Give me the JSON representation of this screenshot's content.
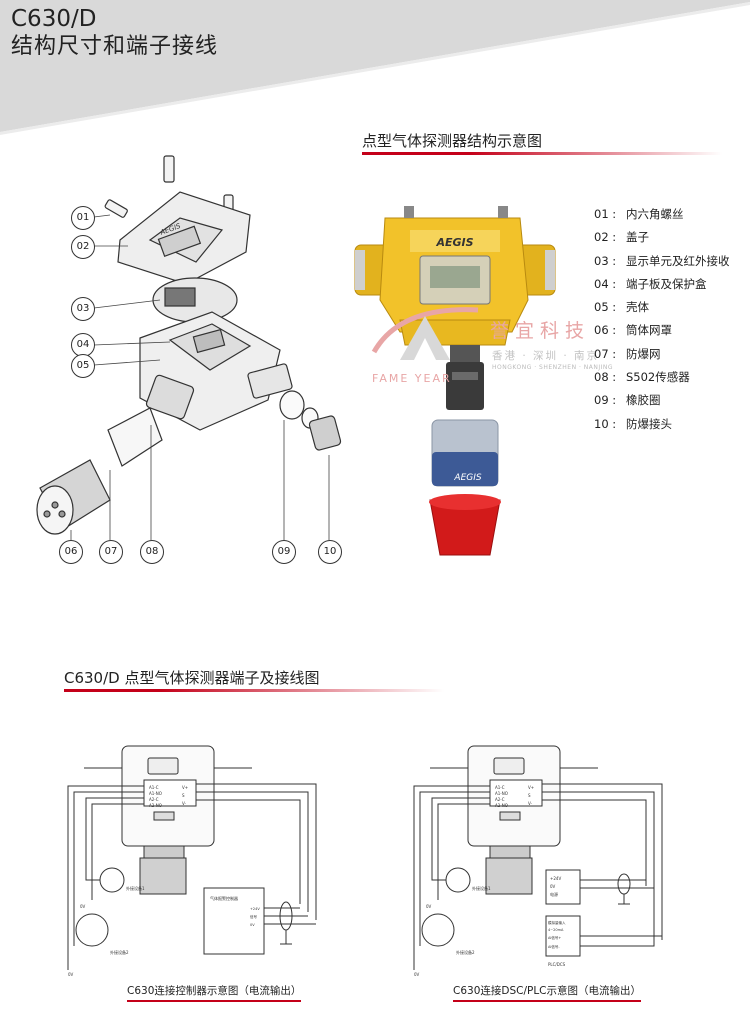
{
  "header": {
    "model": "C630/D",
    "title": "结构尺寸和端子接线"
  },
  "structure_section": {
    "heading": "点型气体探测器结构示意图",
    "callouts": [
      "01",
      "02",
      "03",
      "04",
      "05",
      "06",
      "07",
      "08",
      "09",
      "10"
    ],
    "parts": [
      {
        "no": "01 :",
        "name": "内六角螺丝"
      },
      {
        "no": "02 :",
        "name": "盖子"
      },
      {
        "no": "03 :",
        "name": "显示单元及红外接收"
      },
      {
        "no": "04 :",
        "name": "端子板及保护盒"
      },
      {
        "no": "05 :",
        "name": "壳体"
      },
      {
        "no": "06 :",
        "name": "筒体网罩"
      },
      {
        "no": "07 :",
        "name": "防爆网"
      },
      {
        "no": "08 :",
        "name": "S502传感器"
      },
      {
        "no": "09 :",
        "name": "橡胶圈"
      },
      {
        "no": "10 :",
        "name": "防爆接头"
      }
    ],
    "brand_mark": "AEGIS"
  },
  "watermark": {
    "name": "誉宜科技",
    "cities": "香港 · 深圳 · 南京",
    "cities_latin": "HONGKONG · SHENZHEN · NANJING",
    "brand": "FAME YEAR"
  },
  "wiring_section": {
    "heading": "C630/D 点型气体探测器端子及接线图",
    "terminals_left": [
      "A1-C",
      "A1-NO",
      "A2-C",
      "A2-NO"
    ],
    "terminals_right": [
      "V+",
      "S",
      "V-"
    ],
    "left_diagram": {
      "device1": "外接设备1",
      "device2": "外接设备2",
      "zero_v": "0V",
      "controller_box": "气体报警控制器",
      "controller_terminals": [
        "+24V",
        "信号",
        "0V"
      ],
      "caption": "C630连接控制器示意图（电流输出）"
    },
    "right_diagram": {
      "device1": "外接设备1",
      "device2": "外接设备2",
      "zero_v": "0V",
      "power_box": [
        "+24V",
        "0V",
        "电源"
      ],
      "analog_box": [
        "模拟量输入",
        "4~20mA",
        "AI信号+",
        "AI信号-"
      ],
      "plc_label": "PLC/DCS",
      "caption": "C630连接DSC/PLC示意图（电流输出）"
    }
  },
  "colors": {
    "accent_red": "#c40019",
    "detector_yellow": "#f2c22a",
    "header_gray": "#dcdcdc"
  }
}
